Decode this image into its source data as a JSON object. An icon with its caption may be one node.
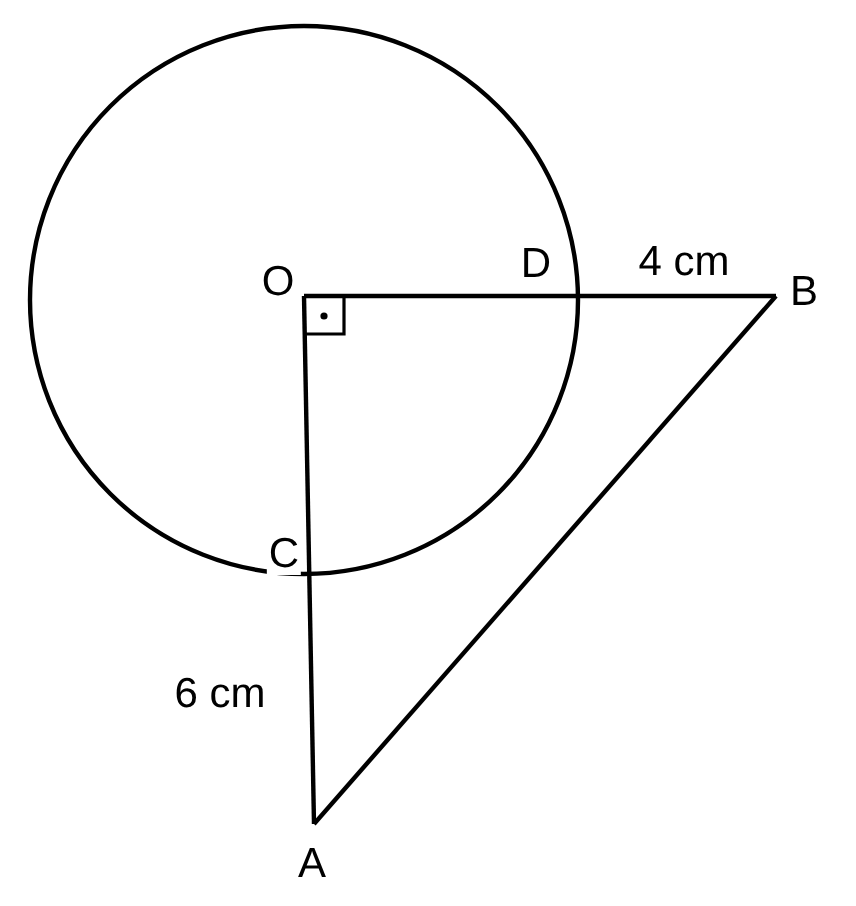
{
  "diagram": {
    "labels": [
      "O",
      "D",
      "4 cm",
      "B",
      "C",
      "6 cm",
      "A"
    ]
  }
}
